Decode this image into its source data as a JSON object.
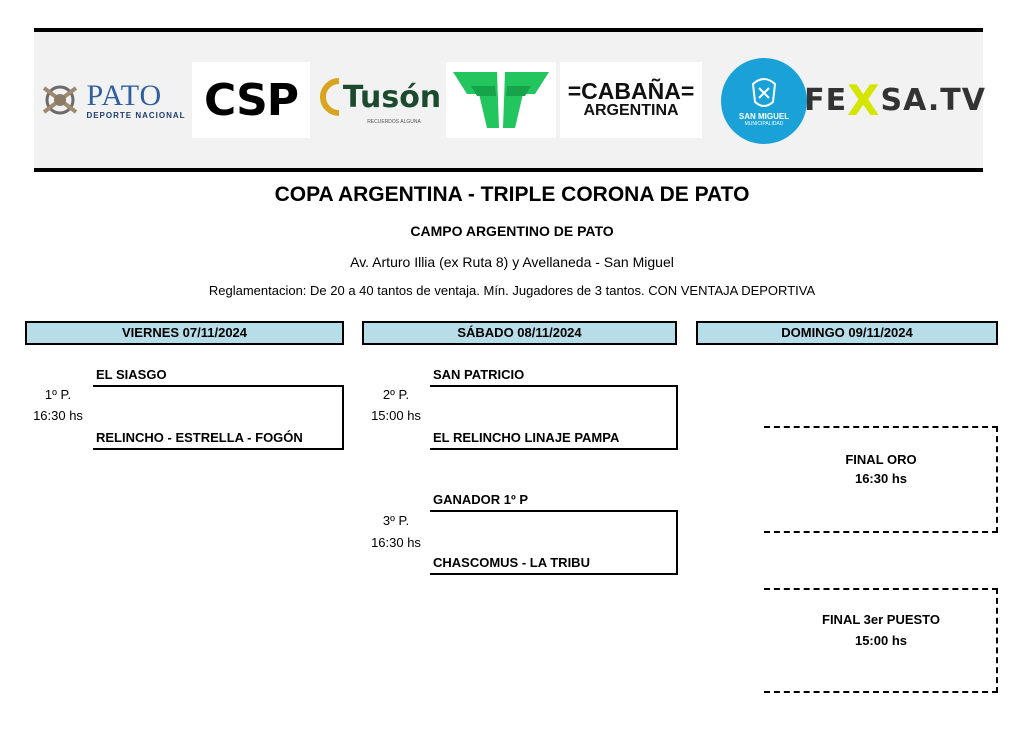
{
  "sponsors": {
    "pato": {
      "name": "PATO",
      "tagline": "DEPORTE NACIONAL",
      "icon": "pato-emblem-icon"
    },
    "csp": {
      "name": "CSP"
    },
    "tuson": {
      "name": "Tusón",
      "tagline": "RECUERDOS ALGUNA"
    },
    "ff": {
      "icon": "ff-wings-logo-icon",
      "color": "#22c55e"
    },
    "cabana": {
      "line1": "=CABAÑA=",
      "line2": "ARGENTINA"
    },
    "sanmiguel": {
      "name": "SAN MIGUEL",
      "tagline": "MUNICIPALIDAD",
      "color": "#1aa2d8"
    },
    "fexsa": {
      "prefix": "FE",
      "x": "X",
      "suffix": "SA.TV",
      "x_color": "#d4e600"
    }
  },
  "header": {
    "title": "COPA ARGENTINA - TRIPLE CORONA DE PATO",
    "venue": "CAMPO ARGENTINO DE PATO",
    "address": "Av. Arturo Illia (ex Ruta 8) y Avellaneda - San Miguel",
    "rules": "Reglamentacion: De 20 a 40 tantos de ventaja. Mín. Jugadores de 3 tantos. CON VENTAJA DEPORTIVA"
  },
  "days": {
    "friday": "VIERNES 07/11/2024",
    "saturday": "SÁBADO 08/11/2024",
    "sunday": "DOMINGO 09/11/2024"
  },
  "matches": {
    "m1": {
      "label": "1º P.",
      "time": "16:30 hs",
      "team_a": "EL SIASGO",
      "team_b": "RELINCHO - ESTRELLA - FOGÓN"
    },
    "m2": {
      "label": "2º P.",
      "time": "15:00 hs",
      "team_a": "SAN PATRICIO",
      "team_b": "EL RELINCHO LINAJE PAMPA"
    },
    "m3": {
      "label": "3º P.",
      "time": "16:30 hs",
      "team_a": "GANADOR 1º P",
      "team_b": "CHASCOMUS - LA TRIBU"
    }
  },
  "finals": {
    "gold": {
      "label": "FINAL ORO",
      "time": "16:30 hs"
    },
    "third": {
      "label": "FINAL 3er PUESTO",
      "time": "15:00 hs"
    }
  }
}
